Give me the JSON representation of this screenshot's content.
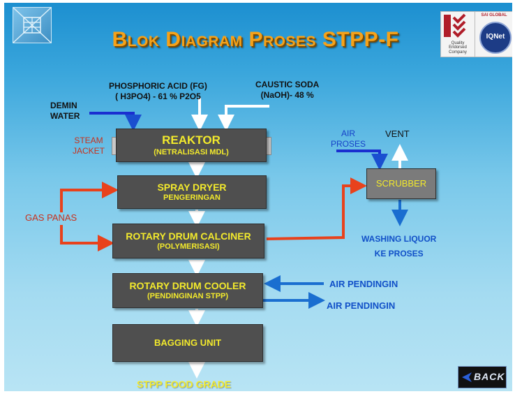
{
  "title": "Blok Diagram Proses STPP-F",
  "inputs": {
    "phosphoric_acid_line1": "PHOSPHORIC ACID (FG)",
    "phosphoric_acid_line2": "( H3PO4) - 61 % P2O5",
    "caustic_soda_line1": "CAUSTIC SODA",
    "caustic_soda_line2": "(NaOH)- 48 %",
    "demin_water_line1": "DEMIN",
    "demin_water_line2": "WATER",
    "steam_jacket_line1": "STEAM",
    "steam_jacket_line2": "JACKET",
    "gas_panas": "GAS PANAS",
    "air_proses_line1": "AIR",
    "air_proses_line2": "PROSES",
    "vent": "VENT",
    "washing_liquor": "WASHING LIQUOR",
    "ke_proses": "KE PROSES",
    "air_pendingin_in": "AIR PENDINGIN",
    "air_pendingin_out": "AIR PENDINGIN"
  },
  "boxes": {
    "reaktor": {
      "main": "REAKTOR",
      "sub": "(NETRALISASI MDL)"
    },
    "spray_dryer": {
      "main": "SPRAY DRYER",
      "sub": "PENGERINGAN"
    },
    "calciner": {
      "main": "ROTARY DRUM CALCINER",
      "sub": "(POLYMERISASI)"
    },
    "cooler": {
      "main": "ROTARY DRUM COOLER",
      "sub": "(PENDINGINAN STPP)"
    },
    "bagging": {
      "main": "BAGGING UNIT"
    },
    "scrubber": {
      "main": "SCRUBBER"
    }
  },
  "output": "STPP FOOD GRADE",
  "logos": {
    "sai_global": "SAI GLOBAL",
    "quality_line1": "Quality",
    "quality_line2": "Endorsed",
    "quality_line3": "Company",
    "iqnet": "IQNet"
  },
  "back_button": "BACK",
  "colors": {
    "box_fill": "#4f4f4f",
    "box_text": "#f3ea2c",
    "title": "#f6a21a",
    "red_arrow": "#e8421c",
    "blue_arrow": "#1a5fd4",
    "white_arrow": "#ffffff"
  }
}
